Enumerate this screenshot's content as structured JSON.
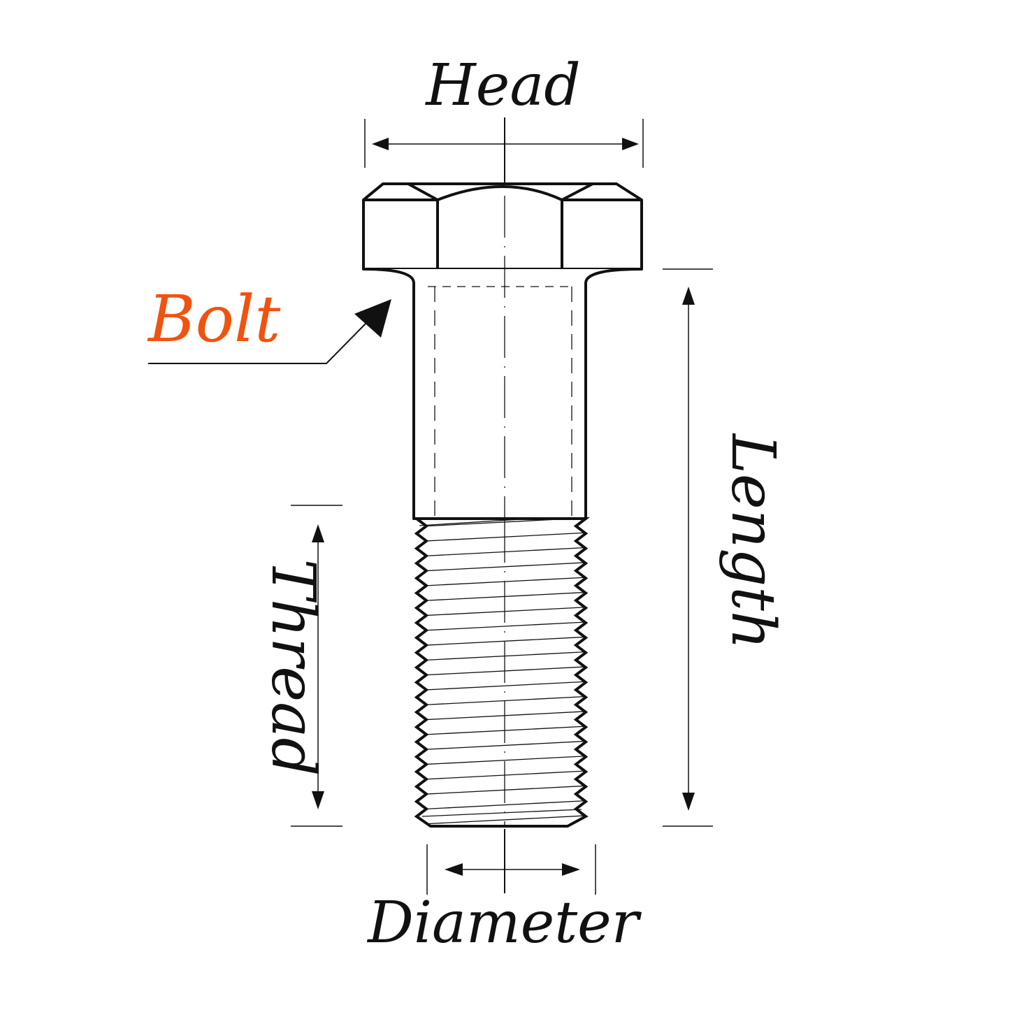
{
  "labels": {
    "head": "Head",
    "bolt": "Bolt",
    "length": "Length",
    "thread": "Thread",
    "diameter": "Diameter"
  },
  "colors": {
    "ink": "#111111",
    "accent": "#f0520f",
    "background": "#ffffff"
  }
}
